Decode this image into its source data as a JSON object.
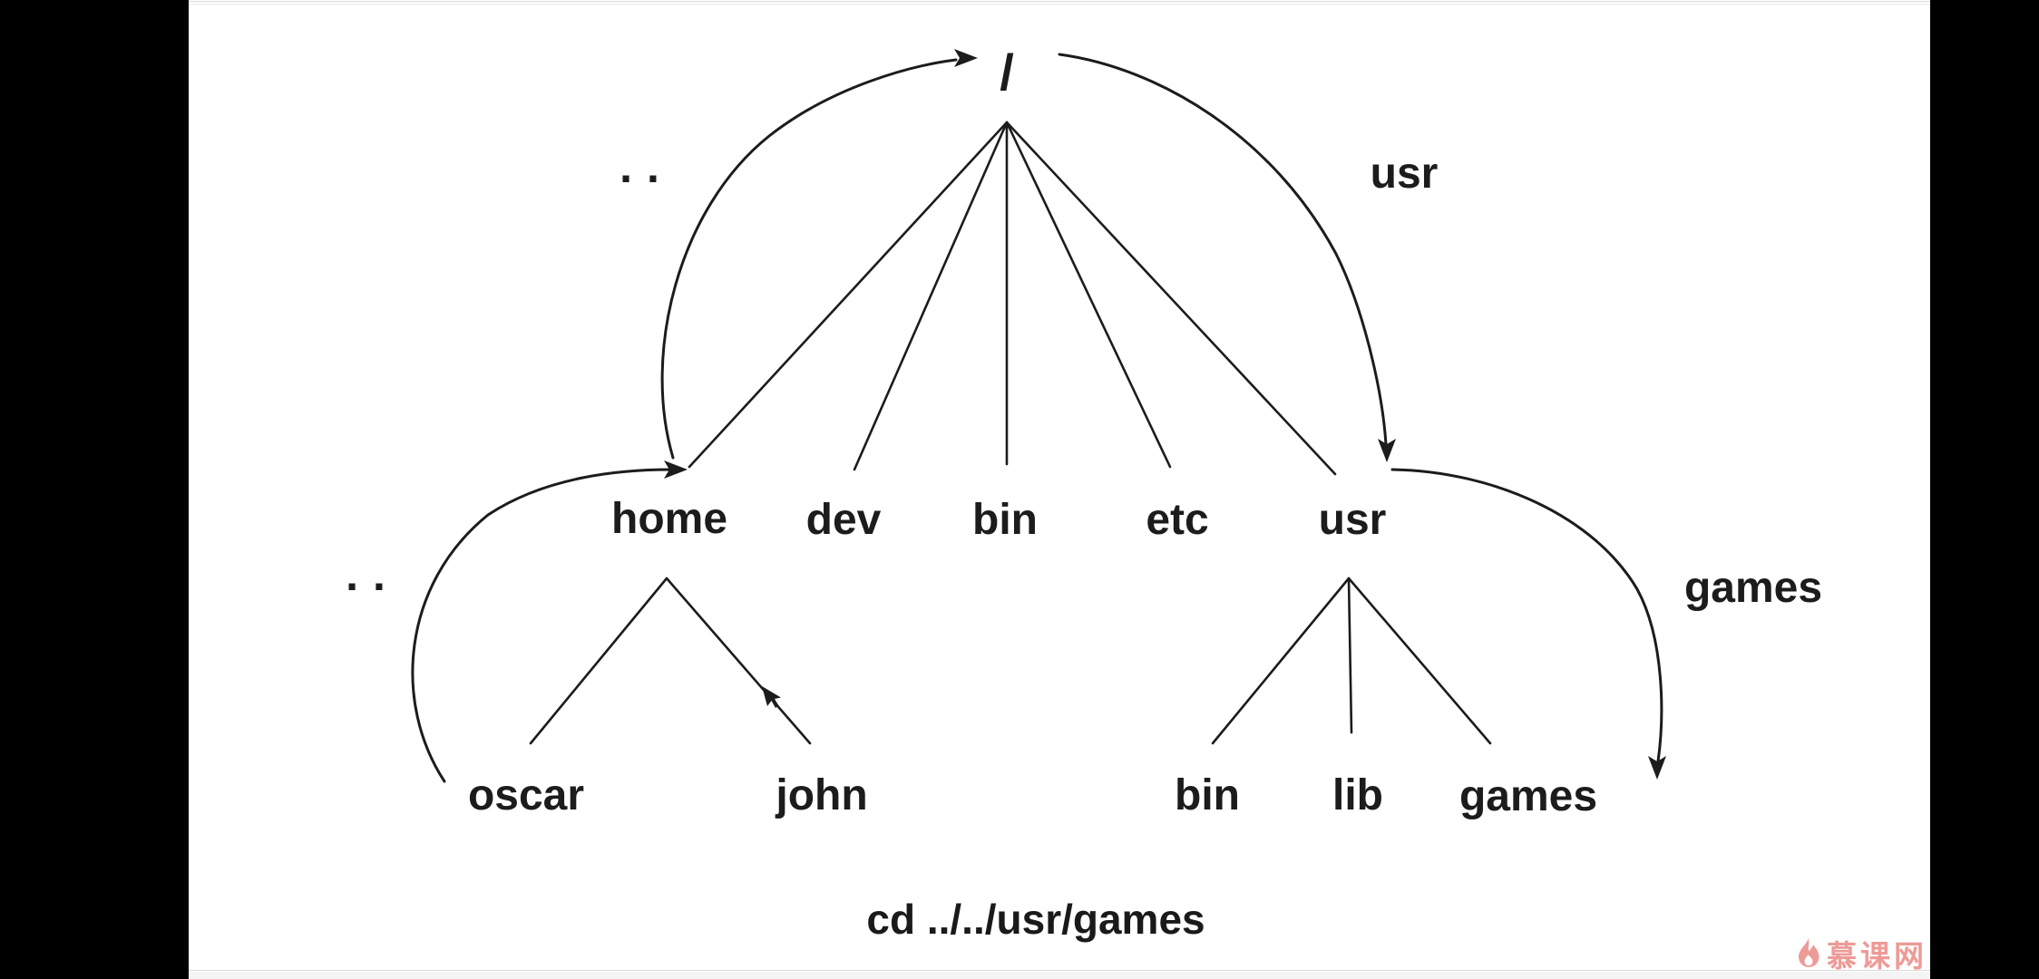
{
  "tree": {
    "root": "/",
    "level1": [
      "home",
      "dev",
      "bin",
      "etc",
      "usr"
    ],
    "home_children": [
      "oscar",
      "john"
    ],
    "usr_children": [
      "bin",
      "lib",
      "games"
    ]
  },
  "path_labels": {
    "step1_dotdot_lower": "..",
    "step2_dotdot_upper": "..",
    "step3_usr": "usr",
    "step4_games": "games"
  },
  "caption": {
    "text": "cd ../../usr/games"
  },
  "watermark": {
    "text": "慕课网"
  },
  "colors": {
    "ink": "#1c1c1c",
    "stage_background": "#ffffff",
    "frame_background": "#000000",
    "watermark_pink": "#ea8a86"
  }
}
